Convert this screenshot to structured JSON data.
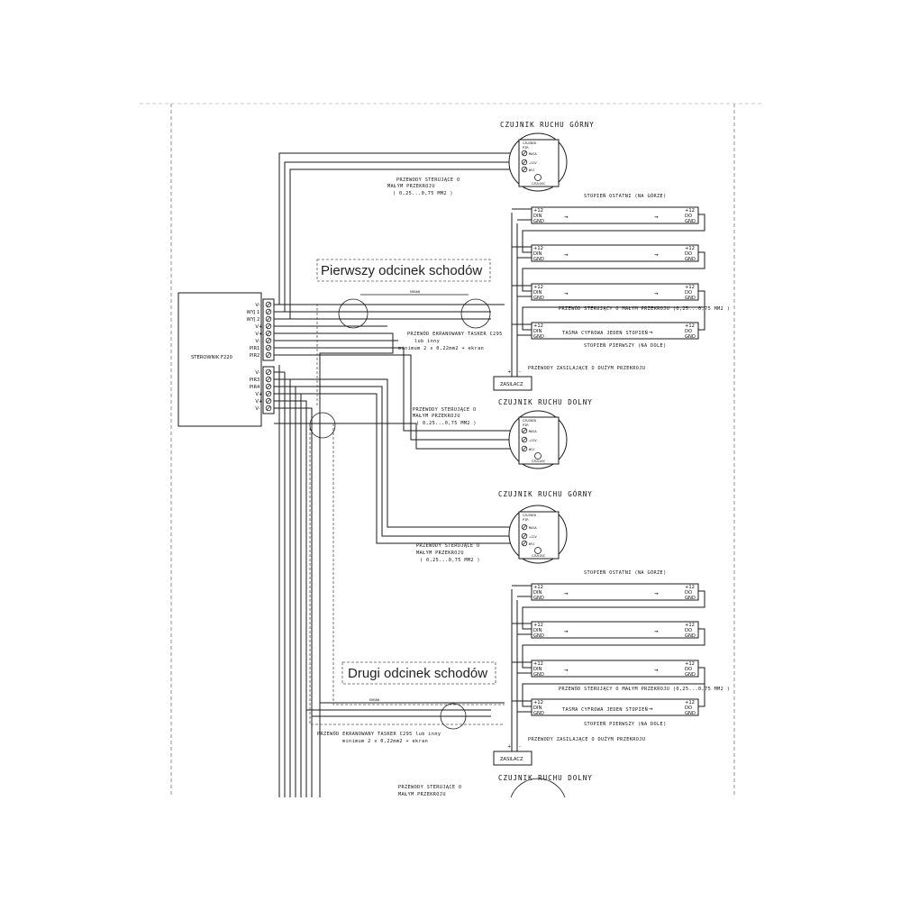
{
  "controller": {
    "name": "STEROWNIK F220",
    "terminals_top": [
      "V-",
      "WYJ 1",
      "WYJ 2",
      "V+",
      "V+",
      "V-",
      "PIR1",
      "PIR2"
    ],
    "terminals_bottom": [
      "V-",
      "PIR3",
      "PIR4",
      "V+",
      "V+",
      "V-"
    ]
  },
  "section1": {
    "title": "Pierwszy odcinek schodów",
    "sensor_top": {
      "title": "CZUJNIK RUCHU GÓRNY",
      "l1": "CZUJNIK",
      "l2": "PIR",
      "t1": "MASA",
      "t2": "+12V",
      "t3": "WYJ",
      "knob": "CZULOSC"
    },
    "control_wires": [
      "PRZEWODY STERUJĄCE O",
      "MAŁYM PRZEKROJU",
      "( 0,25...0,75 MM2 )"
    ],
    "top_step": "STOPIEŃ OSTATNI (NA GÓRZE)",
    "screen_label": "EKRAN",
    "shielded_cable": [
      "PRZEWÓD EKRANOWANY TASKER C295",
      "lub inny",
      "minimum 2 x 0,22mm2 + ekran"
    ],
    "control_wire_small": "PRZEWÓD STERUJĄCY O MAŁYM PRZEKROJU (0,25...0,75 MM2 )",
    "tape_label": "TAŚMA CYFROWA JEDEN STOPIEŃ",
    "bottom_step": "STOPIEŃ PIERWSZY (NA DOLE)",
    "supply_wires": "PRZEWODY ZASILAJĄCE O DUŻYM PRZEKROJU",
    "psu": "ZASILACZ",
    "sensor_bottom": {
      "title": "CZUJNIK RUCHU DOLNY",
      "l1": "CZUJNIK",
      "l2": "PIR",
      "t1": "MASA",
      "t2": "+12V",
      "t3": "WYJ",
      "knob": "CZULOSC"
    },
    "control_wires_bottom": [
      "PRZEWODY STERUJĄCE O",
      "MAŁYM PRZEKROJU",
      "( 0,25...0,75 MM2 )"
    ]
  },
  "section2": {
    "title": "Drugi odcinek schodów",
    "sensor_top": {
      "title": "CZUJNIK RUCHU GÓRNY",
      "l1": "CZUJNIK",
      "l2": "PIR",
      "t1": "MASA",
      "t2": "+12V",
      "t3": "WYJ",
      "knob": "CZULOSC"
    },
    "control_wires": [
      "PRZEWODY STERUJĄCE O",
      "MAŁYM PRZEKROJU",
      "( 0,25...0,75 MM2 )"
    ],
    "top_step": "STOPIEŃ OSTATNI (NA GÓRZE)",
    "screen_label": "EKRAN",
    "shielded_cable": [
      "PRZEWÓD EKRANOWANY TASKER C295 lub inny",
      "minimum 2 x 0,22mm2 + ekran"
    ],
    "control_wire_small": "PRZEWÓD STERUJĄCY O MAŁYM PRZEKROJU (0,25...0,75 MM2 )",
    "tape_label": "TAŚMA CYFROWA JEDEN STOPIEŃ",
    "bottom_step": "STOPIEŃ PIERWSZY (NA DOLE)",
    "supply_wires": "PRZEWODY ZASILAJĄCE O DUŻYM PRZEKROJU",
    "psu": "ZASILACZ",
    "sensor_bottom_title": "CZUJNIK RUCHU DOLNY",
    "control_wires_bottom": [
      "PRZEWODY STERUJĄCE O",
      "MAŁYM PRZEKROJU"
    ]
  },
  "strip": {
    "in1": "+12",
    "in2": "DIN",
    "in3": "GND",
    "out1": "+12",
    "out2": "DO",
    "out3": "GND",
    "arrow": "→"
  },
  "psu_terminals": {
    "plus": "+",
    "minus": "-"
  }
}
